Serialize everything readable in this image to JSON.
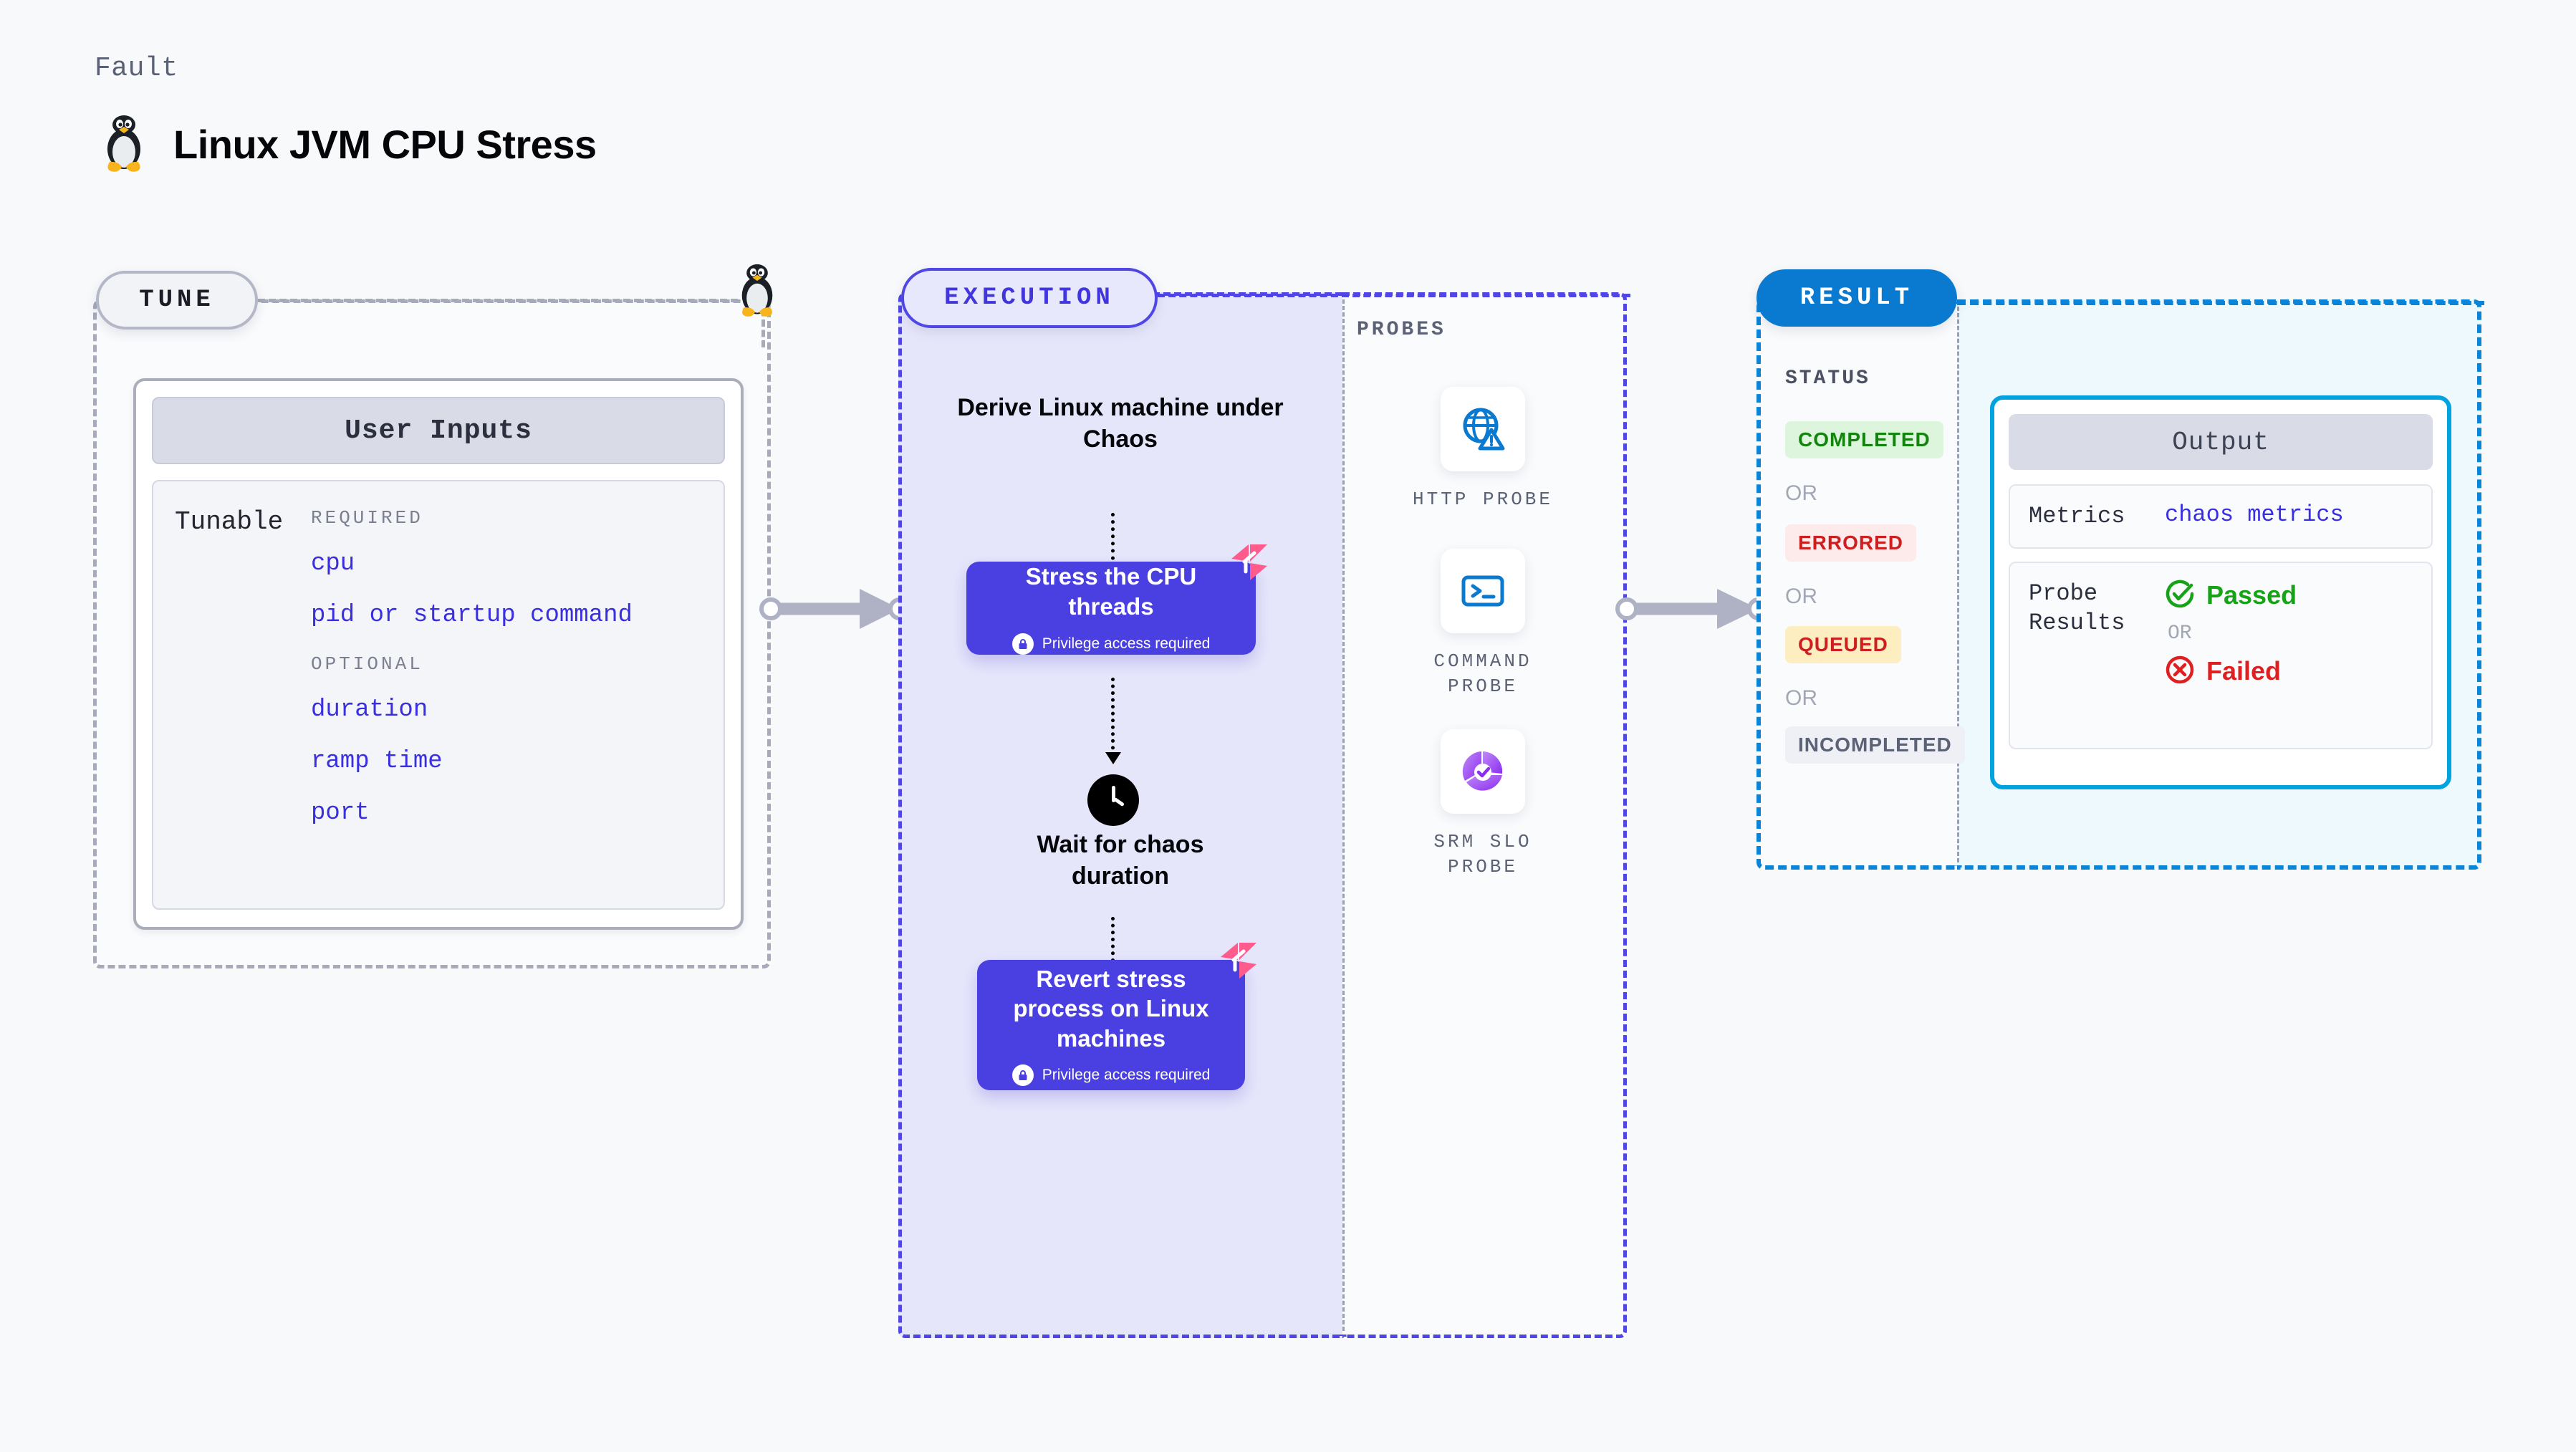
{
  "header": {
    "eyebrow": "Fault",
    "title": "Linux JVM CPU Stress",
    "icon": "linux-penguin-icon"
  },
  "tune": {
    "pill_label": "TUNE",
    "card_title": "User Inputs",
    "tunable_label": "Tunable",
    "groups": [
      {
        "title": "REQUIRED",
        "fields": [
          "cpu",
          "pid or startup command"
        ]
      },
      {
        "title": "OPTIONAL",
        "fields": [
          "duration",
          "ramp time",
          "port"
        ]
      }
    ],
    "edge_icon": "linux-penguin-icon"
  },
  "execution": {
    "pill_label": "EXECUTION",
    "steps": [
      {
        "type": "text",
        "label": "Derive Linux machine under Chaos"
      },
      {
        "type": "action",
        "label": "Stress the CPU threads",
        "note": "Privilege access required",
        "badge": "harness-logo-icon"
      },
      {
        "type": "wait",
        "label": "Wait for chaos duration",
        "icon": "clock-icon"
      },
      {
        "type": "action",
        "label": "Revert stress process on Linux machines",
        "note": "Privilege access required",
        "badge": "harness-logo-icon"
      }
    ]
  },
  "probes": {
    "title": "PROBES",
    "items": [
      {
        "label": "HTTP PROBE",
        "icon": "globe-warning-icon"
      },
      {
        "label": "COMMAND PROBE",
        "icon": "terminal-prompt-icon"
      },
      {
        "label": "SRM SLO PROBE",
        "icon": "slo-donut-check-icon"
      }
    ]
  },
  "result": {
    "pill_label": "RESULT",
    "status_title": "STATUS",
    "or_label": "OR",
    "statuses": [
      {
        "label": "COMPLETED",
        "bg": "#ddf5dd",
        "fg": "#13850f"
      },
      {
        "label": "ERRORED",
        "bg": "#fdeaea",
        "fg": "#cd1f1f"
      },
      {
        "label": "QUEUED",
        "bg": "#fdeec2",
        "fg": "#cd1f1f"
      },
      {
        "label": "INCOMPLETED",
        "bg": "#eef0f5",
        "fg": "#5c6275"
      }
    ]
  },
  "output": {
    "card_title": "Output",
    "rows": [
      {
        "key": "Metrics",
        "value": "chaos metrics"
      },
      {
        "key": "Probe Results",
        "pass": "Passed",
        "or": "OR",
        "fail": "Failed"
      }
    ]
  },
  "colors": {
    "accent_purple": "#4a3fe0",
    "accent_blue": "#0a84d8",
    "accent_cyan": "#00a3e0",
    "harness_pink": "#ff5c8d",
    "mono_text": "#3a2fe0"
  }
}
